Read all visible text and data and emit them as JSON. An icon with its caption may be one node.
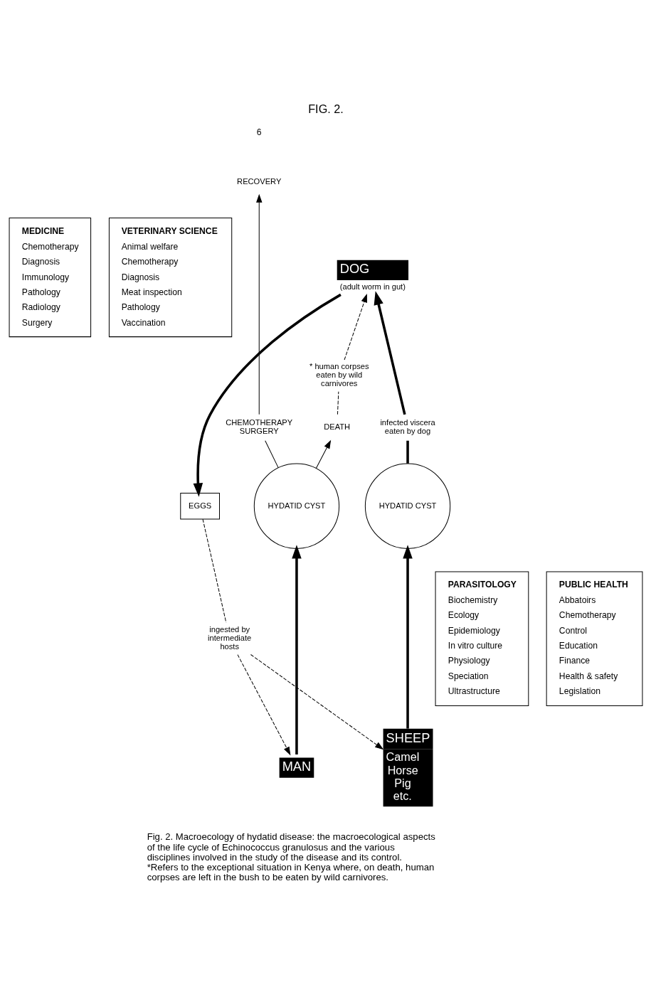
{
  "diagram": {
    "title": "FIG. 2.",
    "caption": "Fig. 2. Macroecology of hydatid disease: the macroecological aspects of the life cycle of Echinococcus granulosus and the various disciplines involved in the study of the disease and its control. *Refers to the exceptional situation in Kenya where, on death, human corpses are left in the bush to be eaten by wild carnivores.",
    "nodes": [
      {
        "text": [
          "MEDICINE",
          "Chemotherapy",
          "Diagnosis",
          "Immunology",
          "Pathology",
          "Radiology",
          "Surgery"
        ]
      },
      {
        "text": [
          "VETERINARY SCIENCE",
          "Animal welfare",
          "Chemotherapy",
          "Diagnosis",
          "Meat inspection",
          "Pathology",
          "Vaccination"
        ]
      },
      {
        "text": [
          "RECOVERY"
        ]
      },
      {
        "text": [
          "DOG"
        ],
        "beside": [
          "(adult worm in gut)"
        ]
      },
      {
        "text": [
          "* human corpses eaten by wild carnivores"
        ]
      },
      {
        "text": [
          "CHEMOTHERAPY SURGERY"
        ]
      },
      {
        "text": [
          "DEATH"
        ]
      },
      {
        "text": [
          "infected viscera eaten by dog"
        ]
      },
      {
        "text": [
          "HYDATID CYST"
        ]
      },
      {
        "text": [
          "EGGS"
        ]
      },
      {
        "text": [
          "HYDATID CYST"
        ]
      },
      {
        "text": [
          "PARASITOLOGY",
          "Biochemistry",
          "Ecology",
          "Epidemiology",
          "In vitro culture",
          "Physiology",
          "Speciation",
          "Ultrastructure"
        ]
      },
      {
        "text": [
          "PUBLIC HEALTH",
          "Abbatoirs",
          "Chemotherapy",
          "Control",
          "Education",
          "Finance",
          "Health & safety",
          "Legislation"
        ]
      },
      {
        "text": [
          "ingested by intermediate hosts"
        ]
      },
      {
        "text": [
          "MAN"
        ]
      },
      {
        "text": [
          "SHEEP",
          "Camel Horse Pig etc."
        ]
      }
    ],
    "edges": [
      {
        "from": 3,
        "to": 9,
        "arrow": "to",
        "style": "thick"
      },
      {
        "from": 9,
        "to": 13,
        "arrow": "none",
        "style": "dashed"
      },
      {
        "from": 13,
        "to": 14,
        "arrow": "to",
        "style": "dashed"
      },
      {
        "from": 13,
        "to": 15,
        "arrow": "to",
        "style": "dashed"
      },
      {
        "from": 14,
        "to": 8,
        "arrow": "to",
        "style": "thick"
      },
      {
        "from": 15,
        "to": 10,
        "arrow": "to",
        "style": "thick"
      },
      {
        "from": 10,
        "to": 7,
        "arrow": "none",
        "style": "thick"
      },
      {
        "from": 7,
        "to": 3,
        "arrow": "to",
        "style": "thick"
      },
      {
        "from": 8,
        "to": 5,
        "arrow": "none"
      },
      {
        "from": 5,
        "to": 2,
        "arrow": "to"
      },
      {
        "from": 8,
        "to": 6,
        "arrow": "to"
      },
      {
        "from": 6,
        "to": 4,
        "arrow": "none",
        "style": "dashed"
      },
      {
        "from": 4,
        "to": 3,
        "arrow": "to",
        "style": "dashed"
      }
    ],
    "labels": [
      "6"
    ]
  }
}
